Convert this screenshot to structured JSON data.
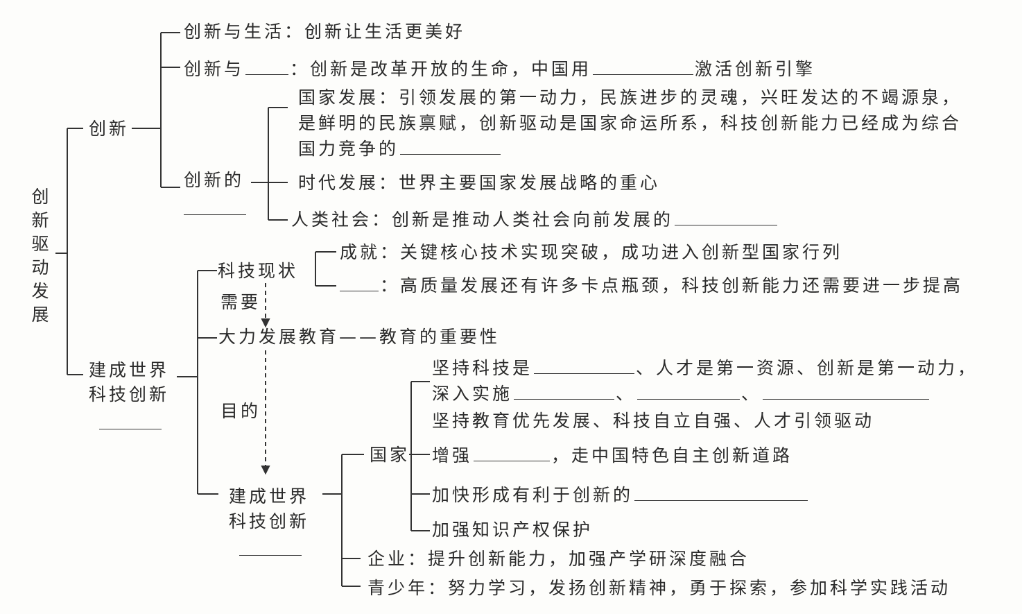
{
  "root": "创新驱动发展",
  "innovation": {
    "label": "创新",
    "life": "创新与生活：创新让生活更美好",
    "reform": {
      "a": "创新与",
      "b": "：创新是改革开放的生命，中国用",
      "c": "激活创新引擎"
    },
    "role": {
      "label": "创新的",
      "nation": {
        "l1": "国家发展：引领发展的第一动力，民族进步的灵魂，兴旺发达的不竭源泉，",
        "l2": "是鲜明的民族禀赋，创新驱动是国家命运所系，科技创新能力已经成为综合",
        "l3": "国力竞争的"
      },
      "era": "时代发展：世界主要国家发展战略的重心",
      "society": "人类社会：创新是推动人类社会向前发展的"
    }
  },
  "power": {
    "label1": "建成世界",
    "label2": "科技创新",
    "status": "科技现状",
    "achieve": "成就：关键核心技术实现突破，成功进入创新型国家行列",
    "problem": "：高质量发展还有许多卡点瓶颈，科技创新能力还需要进一步提高",
    "need": "需要",
    "edu": "大力发展教育——教育的重要性",
    "goal": "目的",
    "target1": "建成世界",
    "target2": "科技创新",
    "state": {
      "label": "国家",
      "i1a": "坚持科技是",
      "i1b": "、人才是第一资源、创新是第一动力，",
      "i2a": "深入实施",
      "sep": "、",
      "i3": "坚持教育优先发展、科技自立自强、人才引领驱动",
      "i4a": "增强",
      "i4b": "，走中国特色自主创新道路",
      "i5": "加快形成有利于创新的",
      "i6": "加强知识产权保护"
    },
    "enterprise": "企业：提升创新能力，加强产学研深度融合",
    "youth": "青少年：努力学习，发扬创新精神，勇于探索，参加科学实践活动"
  }
}
